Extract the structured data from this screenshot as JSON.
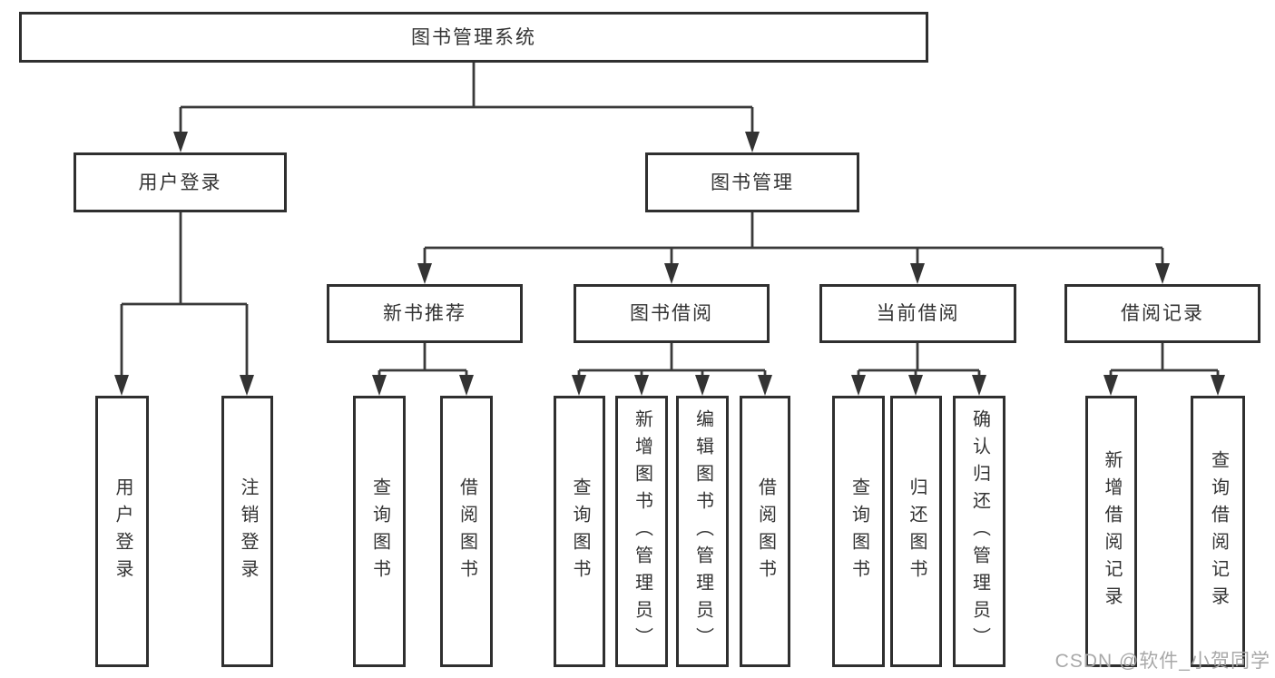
{
  "tree": {
    "root": {
      "label": "图书管理系统"
    },
    "user_login": {
      "label": "用户登录",
      "children": [
        "用户登录",
        "注销登录"
      ]
    },
    "book_management": {
      "label": "图书管理",
      "sections": [
        {
          "label": "新书推荐",
          "children": [
            "查询图书",
            "借阅图书"
          ]
        },
        {
          "label": "图书借阅",
          "children": [
            "查询图书",
            "新增图书（管理员）",
            "编辑图书（管理员）",
            "借阅图书"
          ]
        },
        {
          "label": "当前借阅",
          "children": [
            "查询图书",
            "归还图书",
            "确认归还（管理员）"
          ]
        },
        {
          "label": "借阅记录",
          "children": [
            "新增借阅记录",
            "查询借阅记录"
          ]
        }
      ]
    }
  },
  "watermark": {
    "text": "CSDN @软件_小贺同学"
  },
  "colors": {
    "line": "#3a3a3a",
    "box_border": "#2f2f2f",
    "text": "#333333",
    "watermark": "#a8a8a8",
    "background": "#ffffff"
  }
}
